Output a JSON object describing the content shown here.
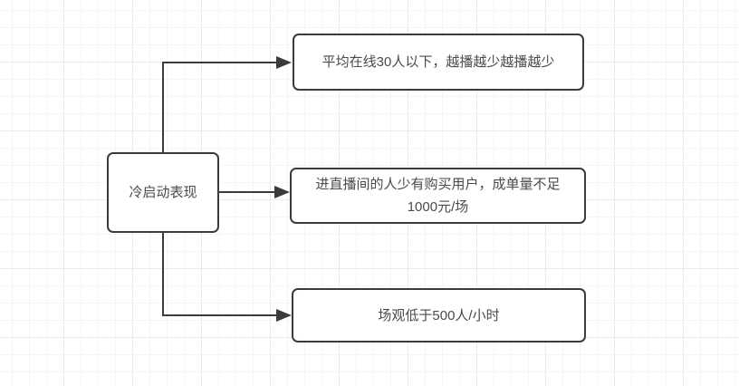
{
  "diagram": {
    "type": "flowchart",
    "root_node": {
      "label": "冷启动表现"
    },
    "branch_nodes": [
      {
        "label": "平均在线30人以下，越播越少越播越少"
      },
      {
        "label": "进直播间的人少有购买用户，成单量不足1000元/场"
      },
      {
        "label": "场观低于500人/小时"
      }
    ],
    "colors": {
      "node_border": "#3b3b3b",
      "connector_line": "#3b3b3b",
      "text": "#4a4a4a",
      "node_fill": "#ffffff",
      "grid_minor": "#f5f5f5",
      "grid_major": "#ebebeb",
      "canvas_background": "#ffffff"
    }
  }
}
